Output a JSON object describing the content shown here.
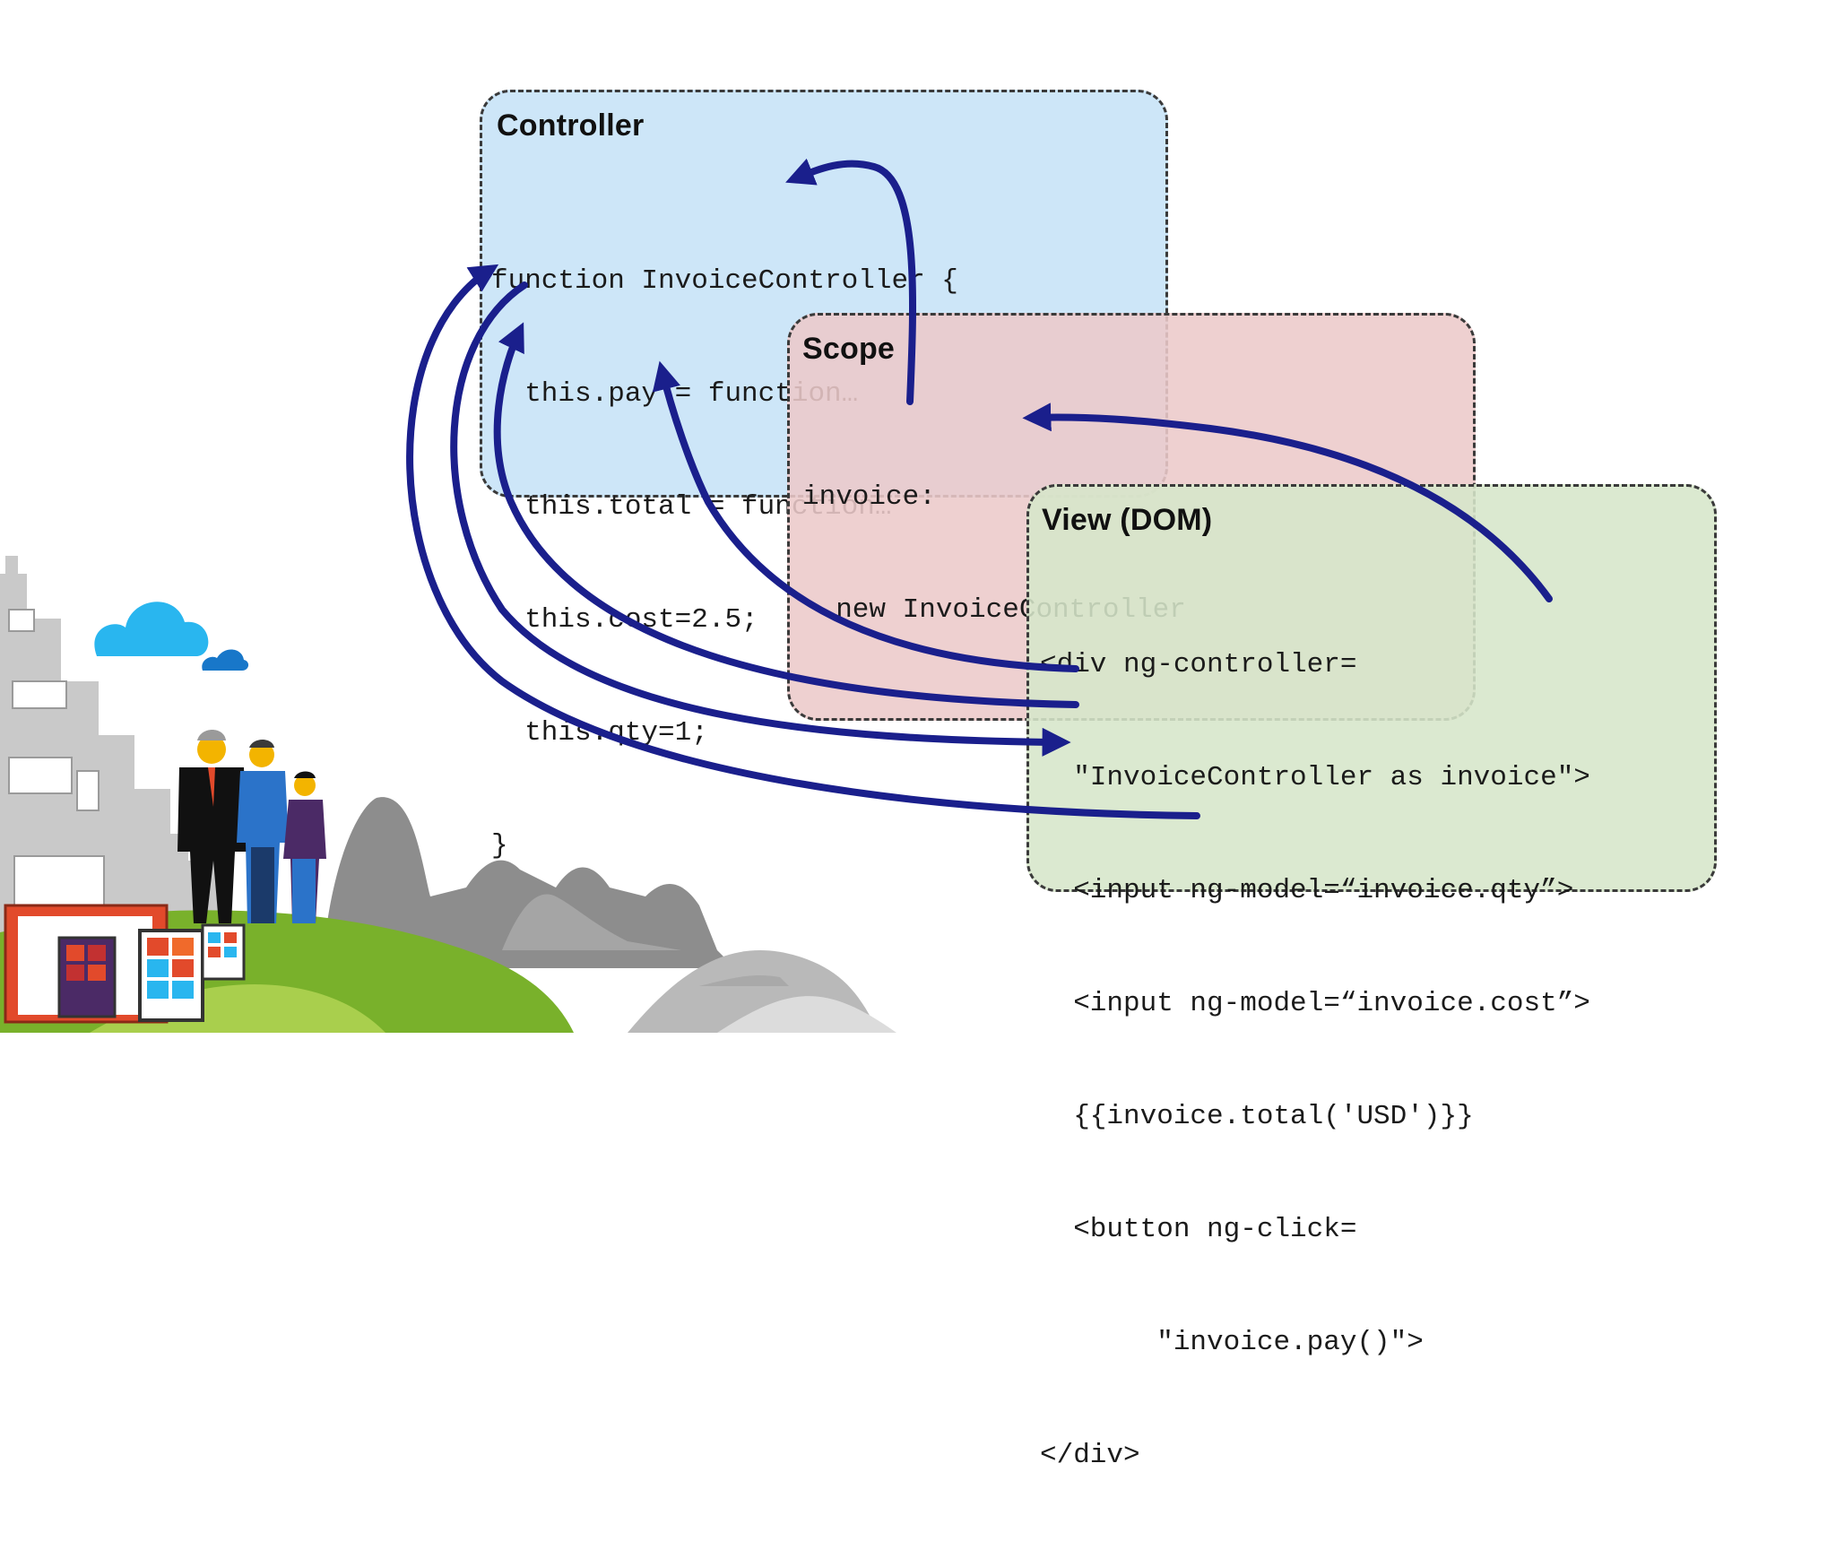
{
  "colors": {
    "controller_fill": "#cde6f8",
    "scope_fill": "#ecc9c9",
    "view_fill": "#d6e6c9",
    "arrow": "#1a1f8c"
  },
  "controller": {
    "title": "Controller",
    "code": [
      "function InvoiceController {",
      "  this.pay = function…",
      "  this.total = function…",
      "  this.cost=2.5;",
      "  this.qty=1;",
      "}"
    ]
  },
  "scope": {
    "title": "Scope",
    "code": [
      "invoice:",
      "  new InvoiceController"
    ]
  },
  "view": {
    "title": "View (DOM)",
    "code": [
      "<div ng-controller=",
      "  \"InvoiceController as invoice\">",
      "  <input ng-model=“invoice.qty”>",
      "  <input ng-model=“invoice.cost”>",
      "  {{invoice.total('USD')}}",
      "  <button ng-click=",
      "       \"invoice.pay()\">",
      "</div>"
    ]
  },
  "illustration": {
    "icons": [
      "cloud-icon",
      "people-icon",
      "tablet-icon",
      "city-icon",
      "crowd-icon"
    ]
  }
}
